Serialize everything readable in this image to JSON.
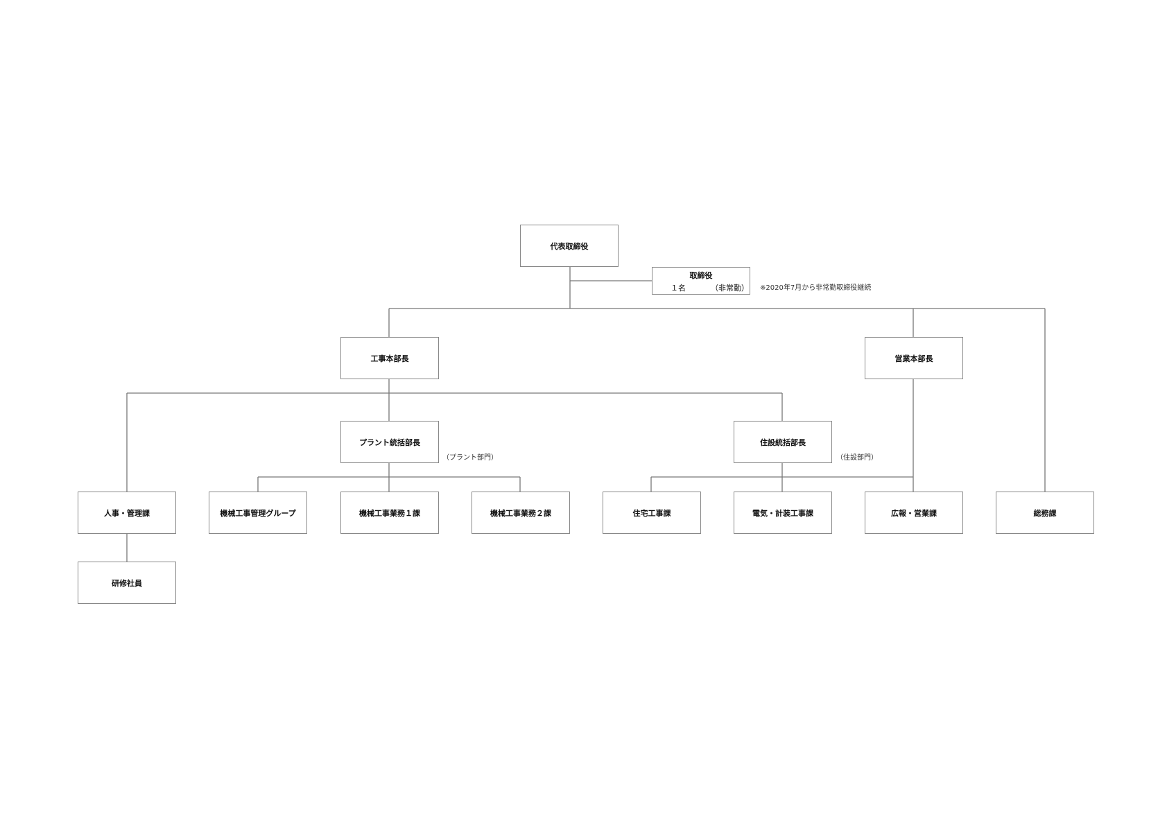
{
  "org": {
    "president": "代表取締役",
    "director": {
      "title": "取締役",
      "count": "１名",
      "type": "（非常勤）"
    },
    "director_note": "※2020年7月から非常勤取締役継続",
    "construction_head": "工事本部長",
    "sales_head": "営業本部長",
    "plant_manager": "プラント統括部長",
    "plant_dept_note": "（プラント部門）",
    "housing_manager": "住設統括部長",
    "housing_dept_note": "（住設部門）",
    "hr_admin": "人事・管理課",
    "trainees": "研修社員",
    "machinery_group": "機械工事管理グループ",
    "machinery_1": "機械工事業務１課",
    "machinery_2": "機械工事業務２課",
    "housing_works": "住宅工事課",
    "electrical_works": "電気・計装工事課",
    "pr_sales": "広報・営業課",
    "general_affairs": "総務課"
  }
}
